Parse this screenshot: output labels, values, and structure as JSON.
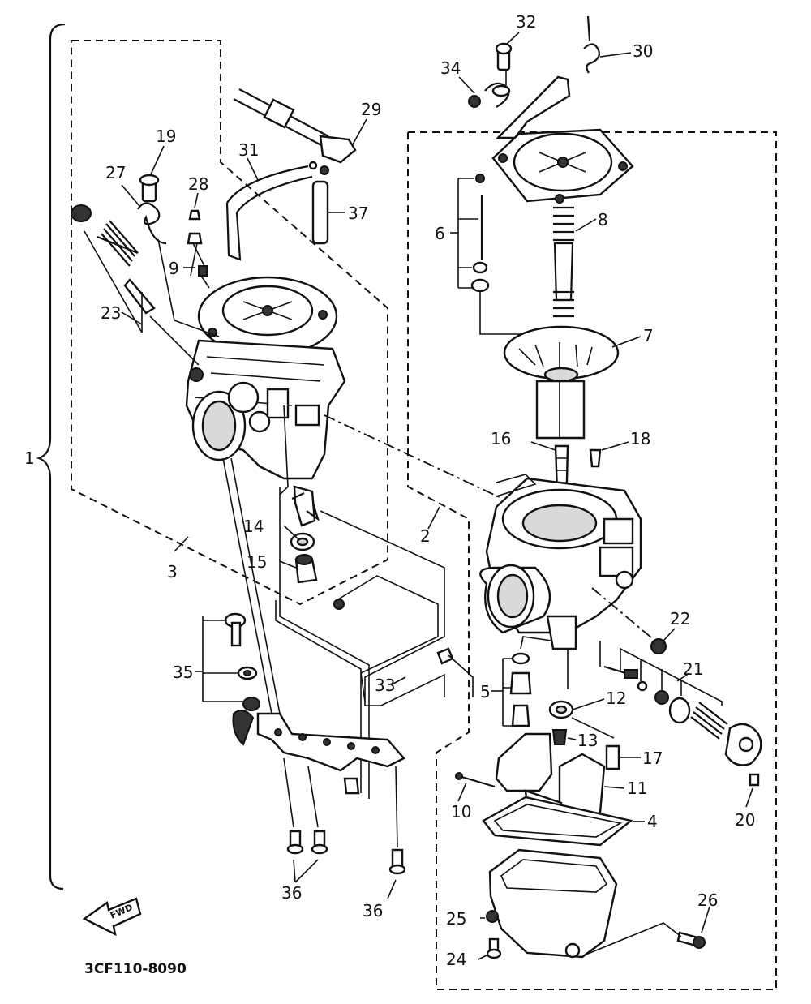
{
  "diagram": {
    "code": "3CF110-8090",
    "fwd_label": "FWD",
    "labels": {
      "l1": "1",
      "l2": "2",
      "l3": "3",
      "l4": "4",
      "l5": "5",
      "l6": "6",
      "l7": "7",
      "l8": "8",
      "l9": "9",
      "l10": "10",
      "l11": "11",
      "l12": "12",
      "l13": "13",
      "l14": "14",
      "l15": "15",
      "l16": "16",
      "l17": "17",
      "l18": "18",
      "l19": "19",
      "l20": "20",
      "l21": "21",
      "l22": "22",
      "l23": "23",
      "l24": "24",
      "l25": "25",
      "l26": "26",
      "l27": "27",
      "l28": "28",
      "l29": "29",
      "l30": "30",
      "l31": "31",
      "l32": "32",
      "l33": "33",
      "l34": "34",
      "l35": "35",
      "l36a": "36",
      "l36b": "36",
      "l37": "37"
    }
  }
}
